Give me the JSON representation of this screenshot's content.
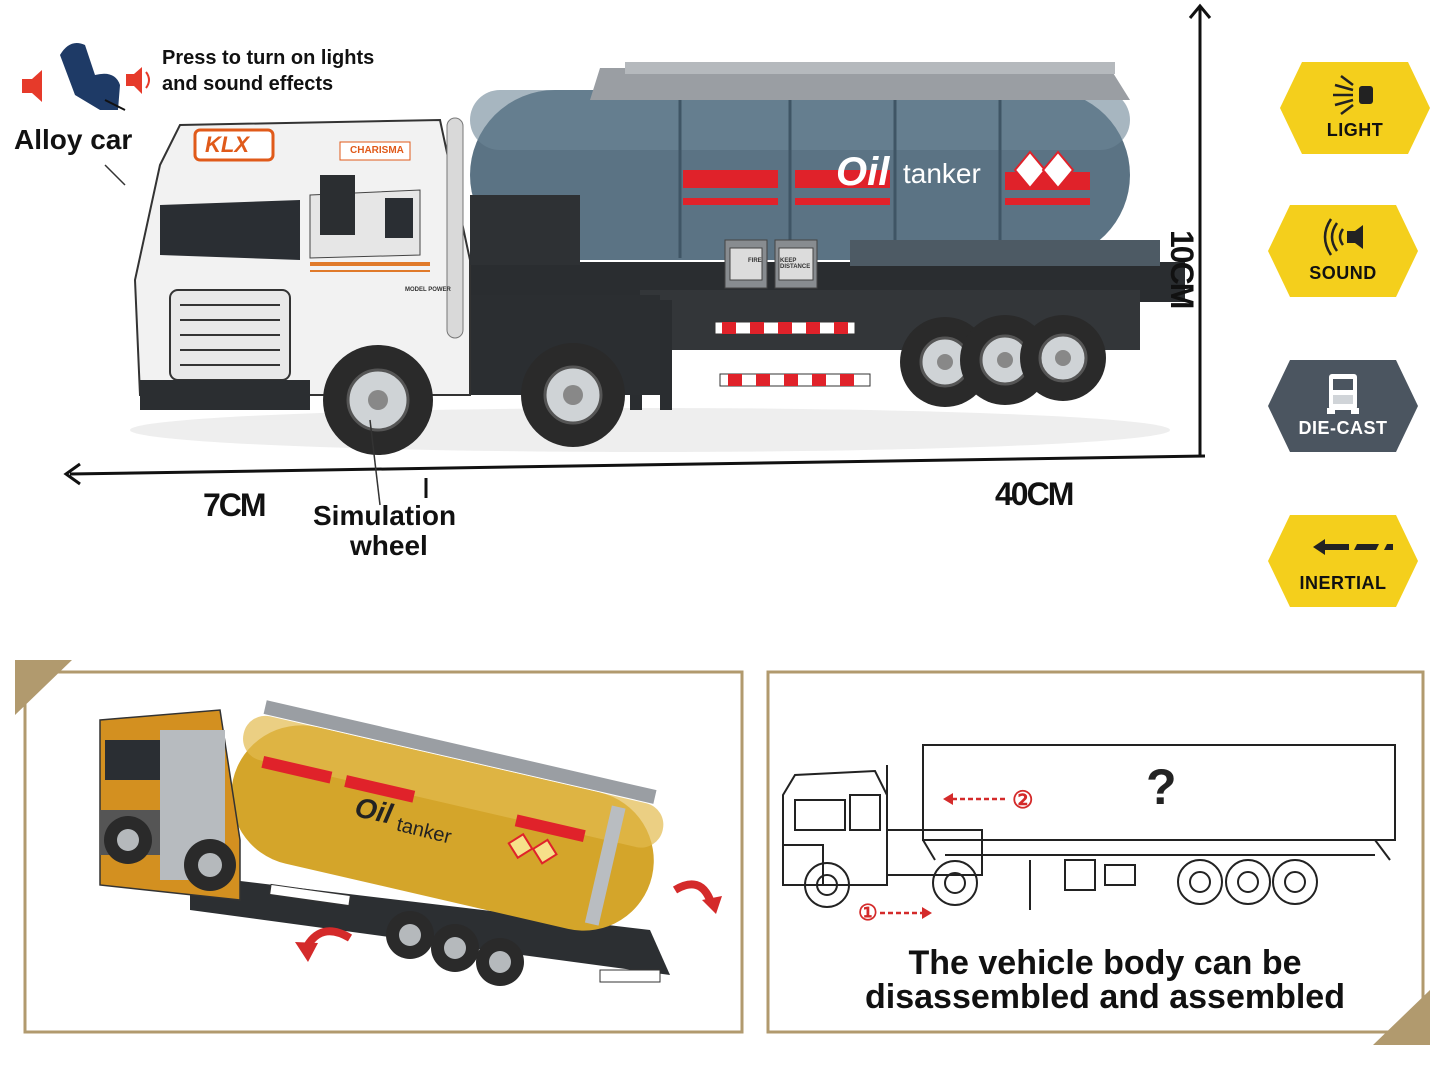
{
  "labels": {
    "press_line1": "Press to turn on lights",
    "press_line2": "and sound effects",
    "alloy_car": "Alloy car",
    "simulation_line1": "Simulation",
    "simulation_line2": "wheel",
    "dim_width": "7CM",
    "dim_length": "40CM",
    "dim_height": "10CM"
  },
  "truck_markings": {
    "brand": "KLX",
    "cab_text": "CHARISMA",
    "model_power": "MODEL POWER",
    "tank_word1": "Oil",
    "tank_word2": "tanker",
    "fire_sign": "FIRE",
    "keep_distance": "KEEP DISTANCE",
    "unknown_cargo": "?",
    "step1": "①",
    "step2": "②"
  },
  "features": [
    {
      "label": "LIGHT",
      "icon": "light-icon",
      "color": "#f4cf1c"
    },
    {
      "label": "SOUND",
      "icon": "sound-icon",
      "color": "#f4cf1c"
    },
    {
      "label": "DIE-CAST",
      "icon": "truck-front-icon",
      "color": "#4b5560"
    },
    {
      "label": "INERTIAL",
      "icon": "inertial-arrow-icon",
      "color": "#f4cf1c"
    }
  ],
  "caption": {
    "line1": "The  vehicle body can be",
    "line2": "disassembled and assembled"
  },
  "colors": {
    "tank_blue": "#5b7384",
    "tank_yellow": "#d4a52a",
    "accent_red": "#e0222a",
    "frame_gold": "#b19a6e"
  }
}
